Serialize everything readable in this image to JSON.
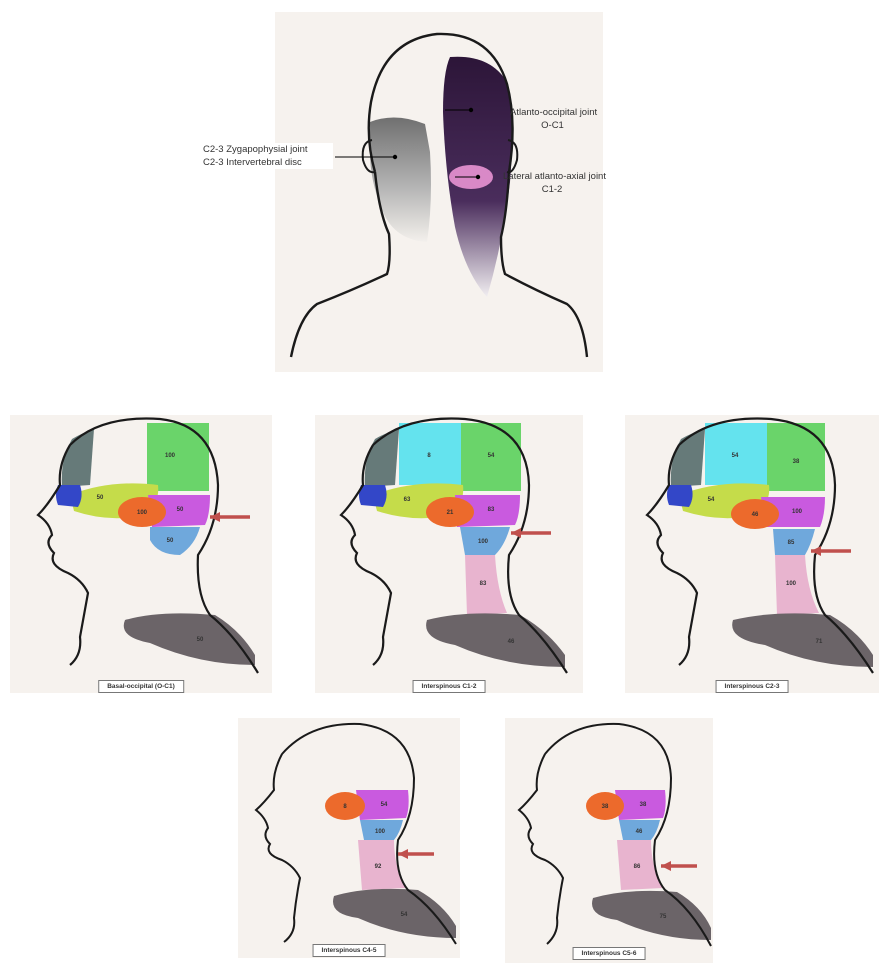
{
  "front_view": {
    "labels": {
      "atlanto_occipital_1": "Atlanto-occipital joint",
      "atlanto_occipital_2": "O-C1",
      "lateral_atlanto_axial_1": "Lateral atlanto-axial joint",
      "lateral_atlanto_axial_2": "C1-2",
      "c23_zyg_1": "C2-3 Zygapophysial joint",
      "c23_zyg_2": "C2-3 Intervertebral disc"
    }
  },
  "captions": {
    "p1": "Basal-occipital (O-C1)",
    "p2": "Interspinous C1-2",
    "p3": "Interspinous C2-3",
    "p4": "Interspinous C4-5",
    "p5": "Interspinous C5-6"
  },
  "zone_labels": {
    "p1": {
      "forehead": "",
      "crown": "100",
      "face": "50",
      "eye": "",
      "ear": "100",
      "occiput": "50",
      "upper_neck": "50",
      "shoulder": "50"
    },
    "p2": {
      "forehead": "",
      "top": "8",
      "crown": "54",
      "face": "63",
      "eye": "",
      "ear": "21",
      "occiput": "83",
      "upper_neck": "100",
      "lower_neck": "83",
      "shoulder": "46"
    },
    "p3": {
      "forehead": "",
      "top": "54",
      "crown": "38",
      "face": "54",
      "eye": "",
      "ear": "46",
      "occiput": "100",
      "upper_neck": "85",
      "lower_neck": "100",
      "shoulder": "71"
    },
    "p4": {
      "ear": "8",
      "occiput": "54",
      "upper_neck": "100",
      "lower_neck": "92",
      "shoulder": "54"
    },
    "p5": {
      "ear": "38",
      "occiput": "38",
      "upper_neck": "46",
      "lower_neck": "86",
      "shoulder": "75"
    }
  },
  "colors": {
    "outline": "#1a1a1a",
    "arrow": "#c0504d",
    "ear_oval": "#ec6a2c",
    "occiput": "#c95adf",
    "upper_neck": "#6fa8dc",
    "lower_neck": "#e8b4cf",
    "crown": "#6ad46a",
    "top": "#64e3ee",
    "face": "#c5dc4a",
    "eye": "#3347c8",
    "forehead": "#667a79",
    "shoulder": "#6b6468"
  }
}
